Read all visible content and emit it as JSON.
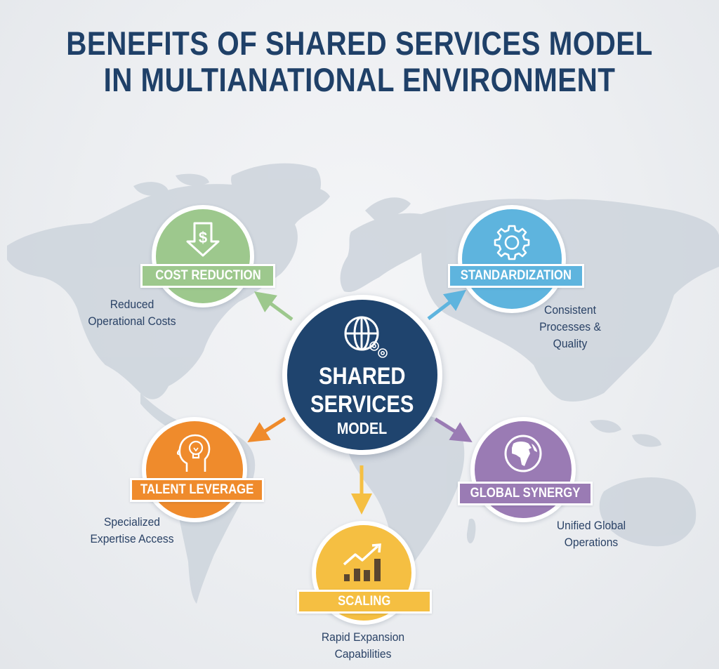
{
  "title": {
    "line1": "BENEFITS OF SHARED SERVICES MODEL",
    "line2": "IN MULTIANATIONAL ENVIRONMENT"
  },
  "center": {
    "line1": "SHARED",
    "line2": "SERVICES",
    "line3": "MODEL",
    "icon": "globe-gears-icon",
    "color": "#1f446e"
  },
  "benefits": [
    {
      "id": "cost-reduction",
      "label": "COST REDUCTION",
      "icon": "dollar-down-arrow-icon",
      "color": "#9dc88d",
      "desc_line1": "Reduced",
      "desc_line2": "Operational Costs"
    },
    {
      "id": "standardization",
      "label": "STANDARDIZATION",
      "icon": "gear-icon",
      "color": "#5eb4de",
      "desc_line1": "Consistent",
      "desc_line2": "Processes &",
      "desc_line3": "Quality"
    },
    {
      "id": "talent-leverage",
      "label": "TALENT LEVERAGE",
      "icon": "head-lightbulb-icon",
      "color": "#ef8b2c",
      "desc_line1": "Specialized",
      "desc_line2": "Expertise Access"
    },
    {
      "id": "global-synergy",
      "label": "GLOBAL SYNERGY",
      "icon": "globe-africa-icon",
      "color": "#9a7bb4",
      "desc_line1": "Unified Global",
      "desc_line2": "Operations"
    },
    {
      "id": "scaling",
      "label": "SCALING",
      "icon": "growth-chart-icon",
      "color": "#f5bf42",
      "desc_line1": "Rapid Expansion",
      "desc_line2": "Capabilities"
    }
  ],
  "colors": {
    "title": "#1f4068",
    "description_text": "#2a4266",
    "map": "#c9d1da",
    "background": "#eceef1"
  }
}
